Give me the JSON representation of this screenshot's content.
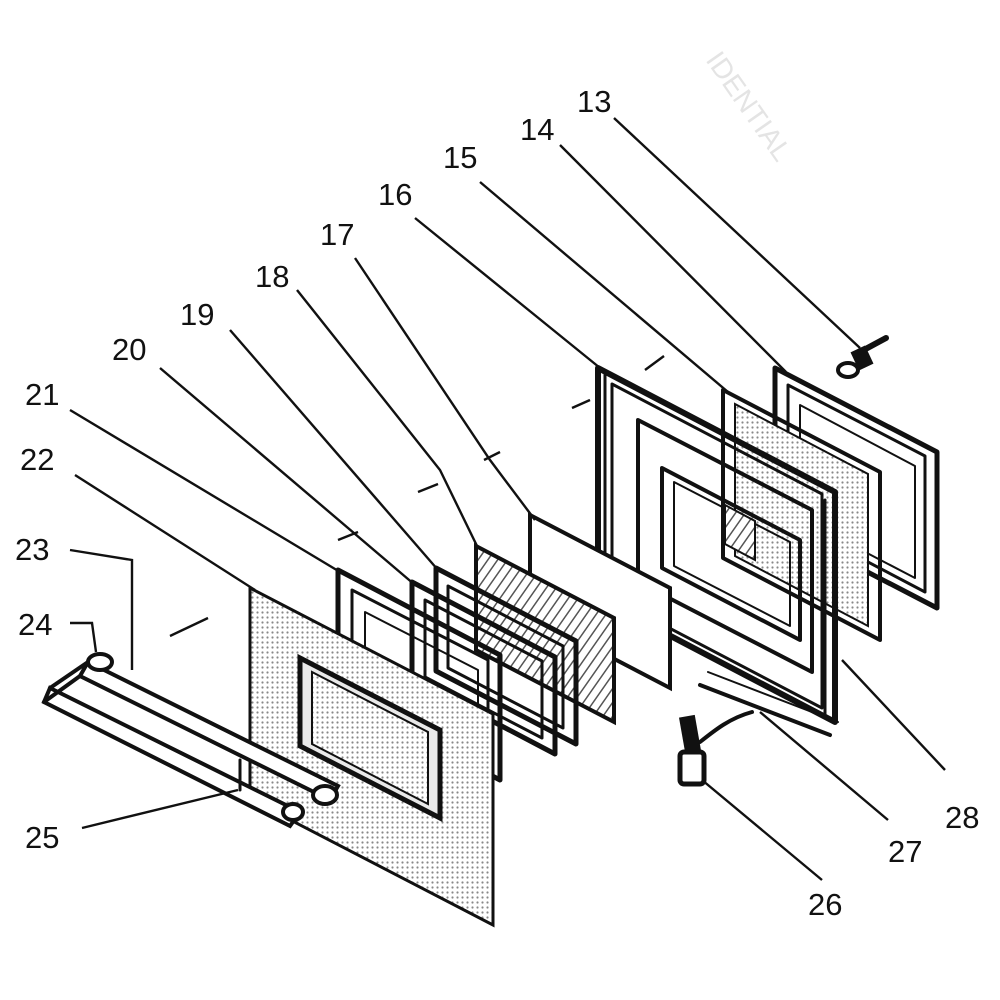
{
  "diagram": {
    "type": "exploded-parts-diagram",
    "colors": {
      "ink": "#111111",
      "paper": "#ffffff",
      "shade": "#cfcfcf"
    },
    "watermark_text": "IDENTIAL",
    "callouts": [
      {
        "id": "13",
        "label": "13"
      },
      {
        "id": "14",
        "label": "14"
      },
      {
        "id": "15",
        "label": "15"
      },
      {
        "id": "16",
        "label": "16"
      },
      {
        "id": "17",
        "label": "17"
      },
      {
        "id": "18",
        "label": "18"
      },
      {
        "id": "19",
        "label": "19"
      },
      {
        "id": "20",
        "label": "20"
      },
      {
        "id": "21",
        "label": "21"
      },
      {
        "id": "22",
        "label": "22"
      },
      {
        "id": "23",
        "label": "23"
      },
      {
        "id": "24",
        "label": "24"
      },
      {
        "id": "25",
        "label": "25"
      },
      {
        "id": "26",
        "label": "26"
      },
      {
        "id": "27",
        "label": "27"
      },
      {
        "id": "28",
        "label": "28"
      }
    ]
  }
}
